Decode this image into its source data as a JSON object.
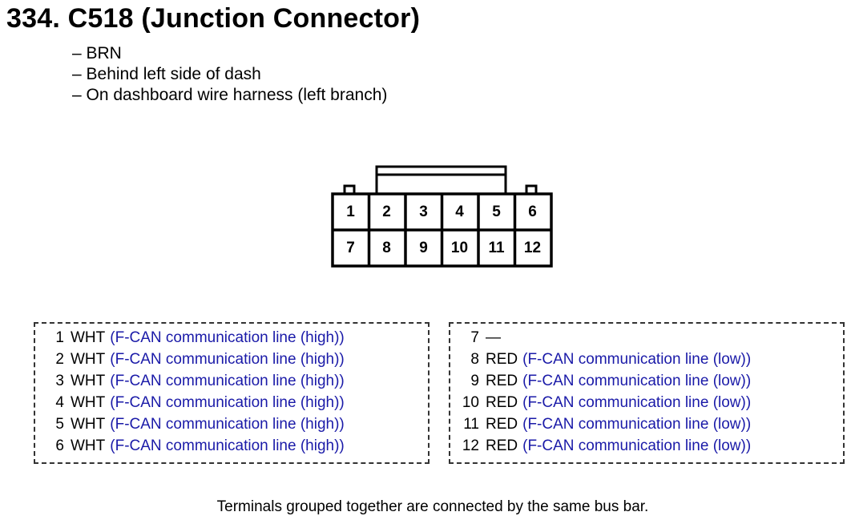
{
  "title": "334. C518 (Junction Connector)",
  "notes": [
    "– BRN",
    "– Behind left side of dash",
    "– On dashboard wire harness (left branch)"
  ],
  "connector": {
    "top_row": [
      "1",
      "2",
      "3",
      "4",
      "5",
      "6"
    ],
    "bottom_row": [
      "7",
      "8",
      "9",
      "10",
      "11",
      "12"
    ]
  },
  "groups": [
    {
      "terminals": [
        {
          "num": "1",
          "color": "WHT",
          "desc": "(F-CAN communication line (high))"
        },
        {
          "num": "2",
          "color": "WHT",
          "desc": "(F-CAN communication line (high))"
        },
        {
          "num": "3",
          "color": "WHT",
          "desc": "(F-CAN communication line (high))"
        },
        {
          "num": "4",
          "color": "WHT",
          "desc": "(F-CAN communication line (high))"
        },
        {
          "num": "5",
          "color": "WHT",
          "desc": "(F-CAN communication line (high))"
        },
        {
          "num": "6",
          "color": "WHT",
          "desc": "(F-CAN communication line (high))"
        }
      ]
    },
    {
      "terminals": [
        {
          "num": "7",
          "color": "—",
          "desc": ""
        },
        {
          "num": "8",
          "color": "RED",
          "desc": "(F-CAN communication line (low))"
        },
        {
          "num": "9",
          "color": "RED",
          "desc": "(F-CAN communication line (low))"
        },
        {
          "num": "10",
          "color": "RED",
          "desc": "(F-CAN communication line (low))"
        },
        {
          "num": "11",
          "color": "RED",
          "desc": "(F-CAN communication line (low))"
        },
        {
          "num": "12",
          "color": "RED",
          "desc": "(F-CAN communication line (low))"
        }
      ]
    }
  ],
  "footnote": "Terminals grouped together are connected by the same bus bar.",
  "colors": {
    "description_text": "#1a1aa8",
    "dashed_border": "#333333"
  }
}
